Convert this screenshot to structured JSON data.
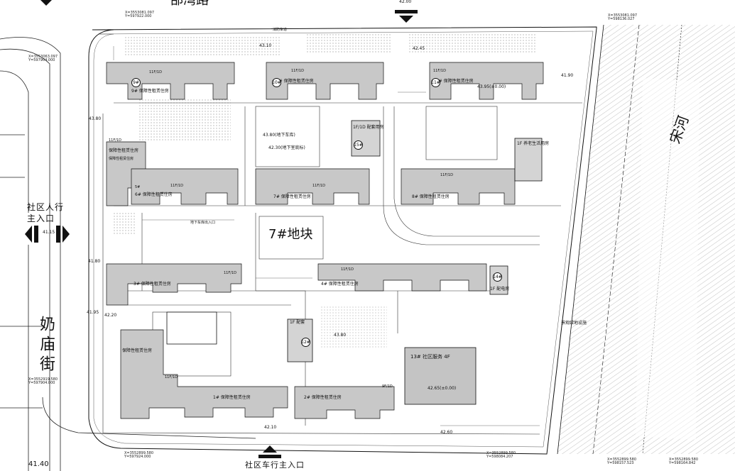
{
  "roads": {
    "north": "邵湾路",
    "west": "奶庙街",
    "river": "宋河"
  },
  "entrances": {
    "west": "社区人行\n主入口",
    "south": "社区车行主入口"
  },
  "center_label": "7#地块",
  "buildings": [
    {
      "no": "1#",
      "name": "保障性租赁住房",
      "floors": "11F/1D"
    },
    {
      "no": "2#",
      "name": "保障性租赁住房",
      "floors": "9F/1D"
    },
    {
      "no": "3#",
      "name": "保障性租赁住房",
      "floors": "11F/1D"
    },
    {
      "no": "4#",
      "name": "保障性租赁住房",
      "floors": "11F/1D"
    },
    {
      "no": "5#",
      "name": "保障性租赁住房",
      "floors": "11F/1D"
    },
    {
      "no": "6#",
      "name": "保障性租赁住房",
      "floors": "11F/1D"
    },
    {
      "no": "7#",
      "name": "保障性租赁住房",
      "floors": "11F/1D"
    },
    {
      "no": "8#",
      "name": "保障性租赁住房",
      "floors": "11F/1D"
    },
    {
      "no": "9#",
      "name": "保障性租赁住房",
      "floors": "11F/1D"
    },
    {
      "no": "10#",
      "name": "保障性租赁住房",
      "floors": "11F/1D"
    },
    {
      "no": "11#",
      "name": "保障性租赁住房",
      "floors": "11F/1D"
    },
    {
      "no": "12#",
      "name": "配套",
      "floors": "1F"
    },
    {
      "no": "13#",
      "name": "社区服务",
      "floors": "4F"
    },
    {
      "no": "14#",
      "name": "配电房",
      "floors": "1F"
    },
    {
      "no": "15#",
      "name": "配套用房",
      "floors": "1F/1D"
    }
  ],
  "side_buildings": {
    "elderly": "1F 养老生活用房",
    "north_west": "保障性租赁住房"
  },
  "elevations": {
    "e1": "41.40",
    "e2": "42.10",
    "e3": "42.60",
    "e4": "41.15",
    "e5": "42.45",
    "e6": "43.10",
    "e7": "41.90",
    "e8": "43.80",
    "e9": "42.65(±0.00)",
    "e10": "43.95(±0.00)",
    "e11": "41.95",
    "e12": "42.20",
    "e13": "43.80",
    "e14": "41.80",
    "e15": "43.80(地下车库)",
    "e16": "42.30(地下室底标)"
  },
  "coordinates": {
    "c_nw": "X=3553063.097\nY=597904.000",
    "c_n": "X=3553081.097\nY=597922.000",
    "c_ne": "X=3553081.097\nY=598136.027",
    "c_w": "X=3552919.580\nY=597904.000",
    "c_s": "X=3552899.580\nY=597924.000",
    "c_s2": "X=3552899.580\nY=598157.523",
    "c_se": "X=3552899.580\nY=598164.842",
    "c_s3": "X=3552899.580\nY=598084.207"
  },
  "notes": {
    "green": "景观绿地设施",
    "parking": "地下车库出入口",
    "path": "消防车道",
    "scale": "42.00"
  }
}
